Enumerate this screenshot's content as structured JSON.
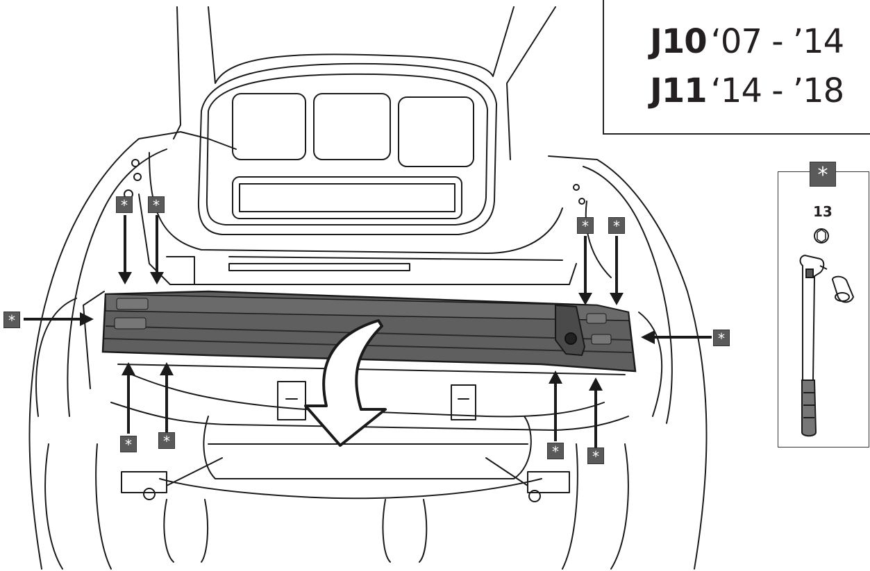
{
  "model_box": {
    "line1": {
      "model": "J10",
      "years": "‘07 - ’14"
    },
    "line2": {
      "model": "J11",
      "years": "‘14 - ’18"
    }
  },
  "tool_box": {
    "symbol": "*",
    "size_label": "13"
  },
  "marker_symbol": "*",
  "colors": {
    "bumper": "#5f5f5f",
    "bumper_dark": "#3c3c3c",
    "marker_bg": "#5a5a5a",
    "line": "#1a1a1a"
  }
}
